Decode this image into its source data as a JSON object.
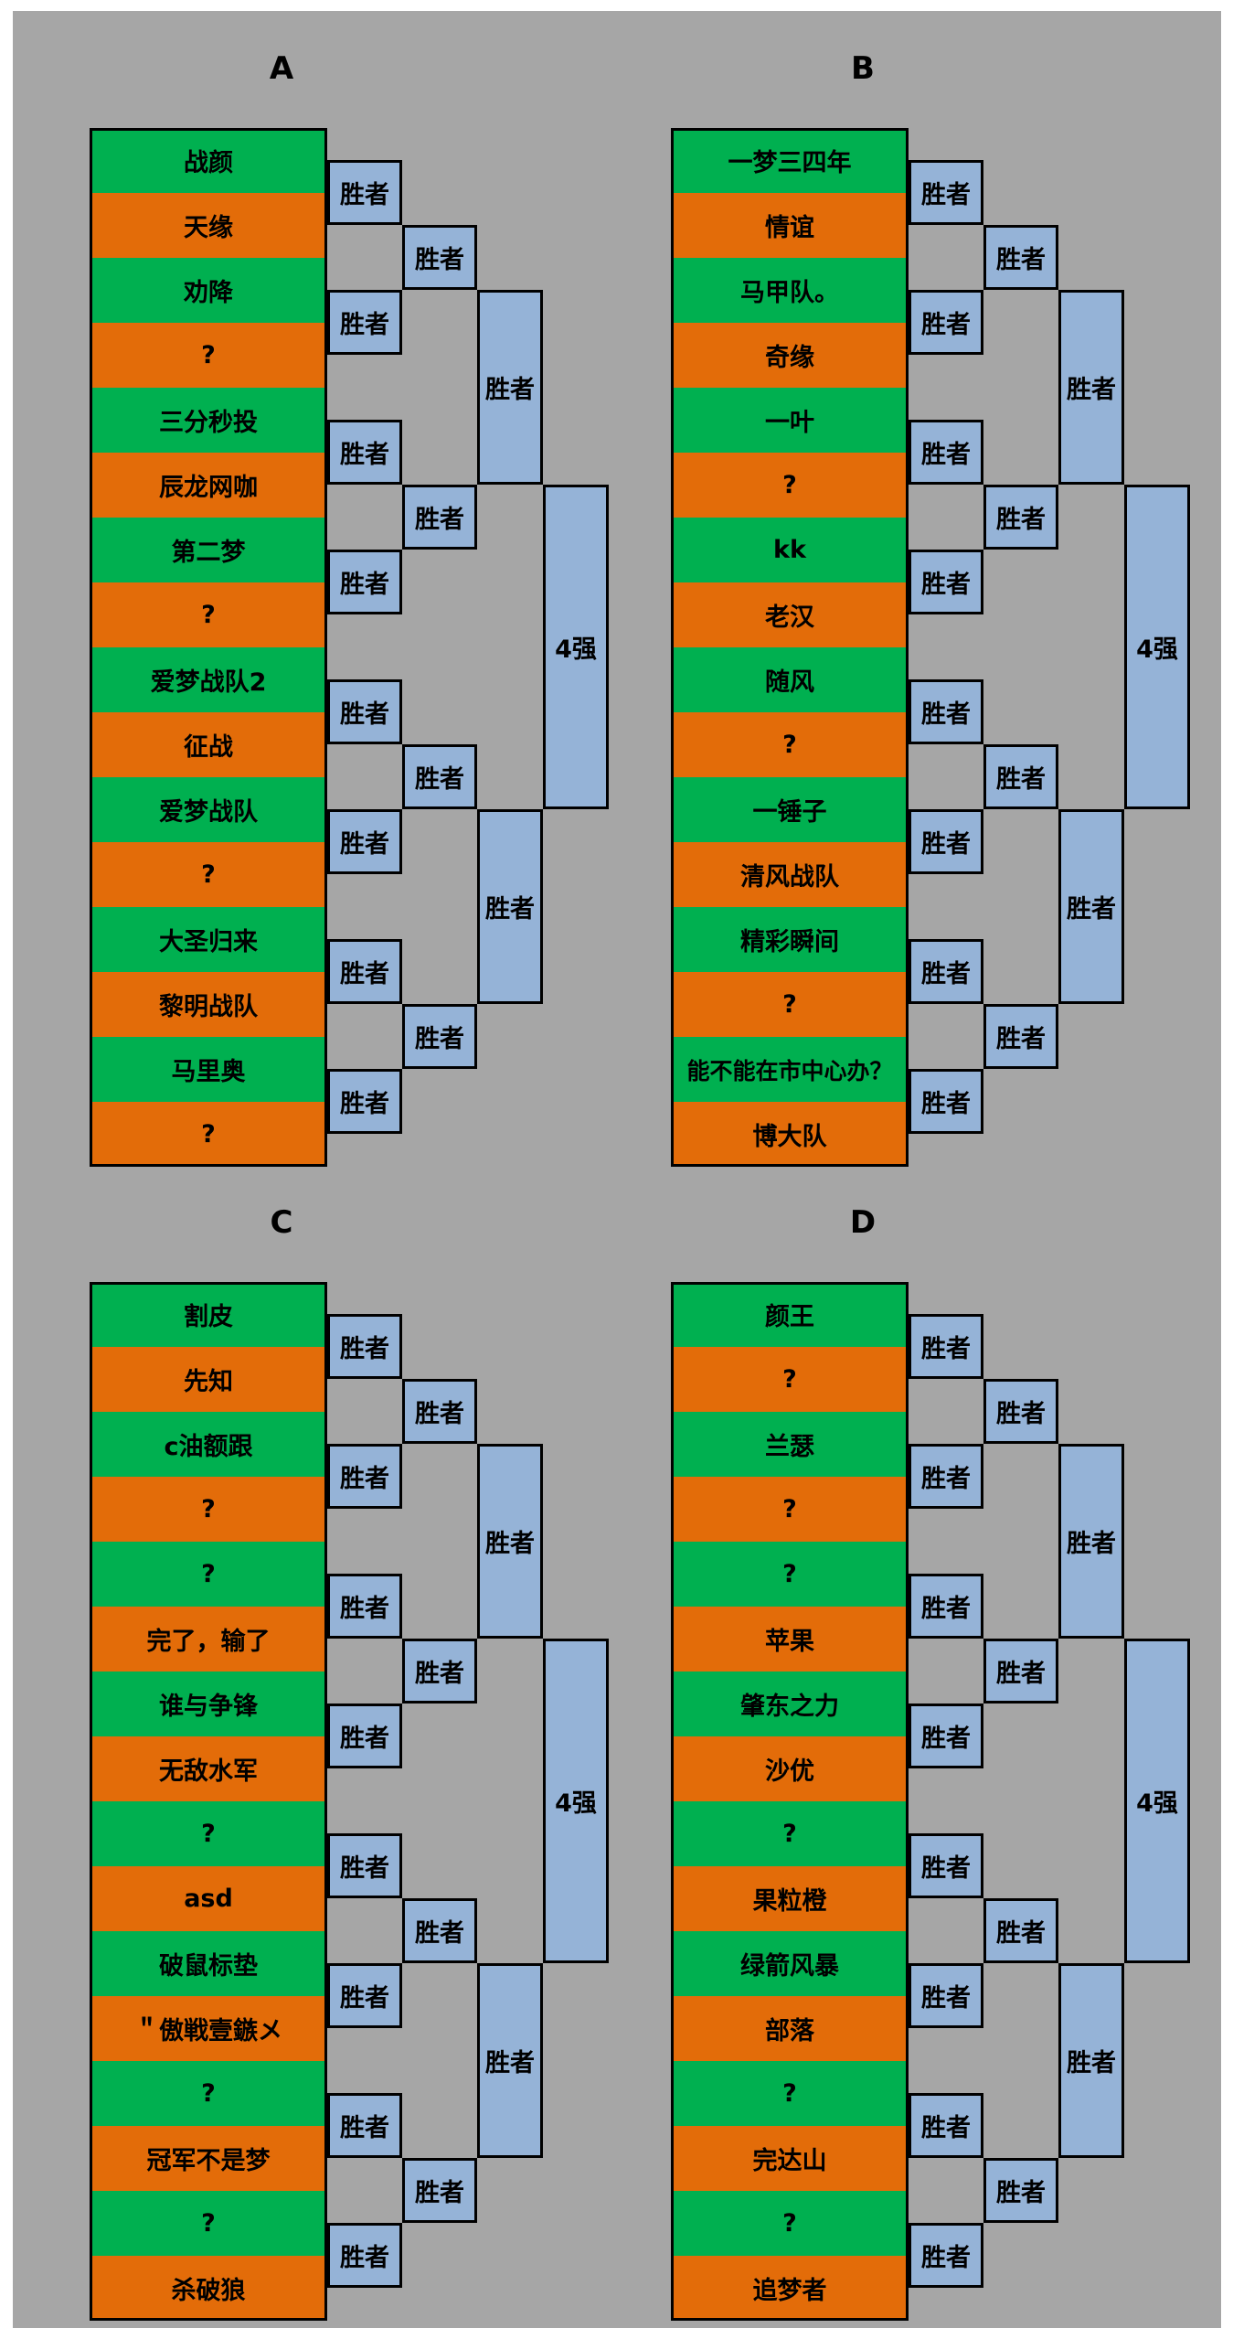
{
  "groups": [
    {
      "letter": "A",
      "teams": [
        "战颜",
        "天缘",
        "劝降",
        "?",
        "三分秒投",
        "辰龙网咖",
        "第二梦",
        "?",
        "爱梦战队2",
        "征战",
        "爱梦战队",
        "?",
        "大圣归来",
        "黎明战队",
        "马里奥",
        "?"
      ],
      "winner_label": "胜者",
      "final_label": "4强"
    },
    {
      "letter": "B",
      "teams": [
        "一梦三四年",
        "情谊",
        "马甲队。",
        "奇缘",
        "一叶",
        "?",
        "kk",
        "老汉",
        "随风",
        "?",
        "一锤子",
        "清风战队",
        "精彩瞬间",
        "?",
        "能不能在市中心办？",
        "博大队"
      ],
      "winner_label": "胜者",
      "final_label": "4强"
    },
    {
      "letter": "C",
      "teams": [
        "割皮",
        "先知",
        "c油额跟",
        "?",
        "?",
        "完了，输了",
        "谁与争锋",
        "无敌水军",
        "?",
        "asd",
        "破鼠标垫",
        "＂傲戦壹鏃メ",
        "?",
        "冠军不是梦",
        "?",
        "杀破狼"
      ],
      "winner_label": "胜者",
      "final_label": "4强"
    },
    {
      "letter": "D",
      "teams": [
        "颜王",
        "?",
        "兰瑟",
        "?",
        "?",
        "苹果",
        "肇东之力",
        "沙优",
        "?",
        "果粒橙",
        "绿箭风暴",
        "部落",
        "?",
        "完达山",
        "?",
        "追梦者"
      ],
      "winner_label": "胜者",
      "final_label": "4强"
    }
  ],
  "colors": {
    "background": "#a6a6a6",
    "team_odd": "#00b050",
    "team_even": "#e36c09",
    "winner_box": "#95b3d7",
    "border": "#000000"
  }
}
